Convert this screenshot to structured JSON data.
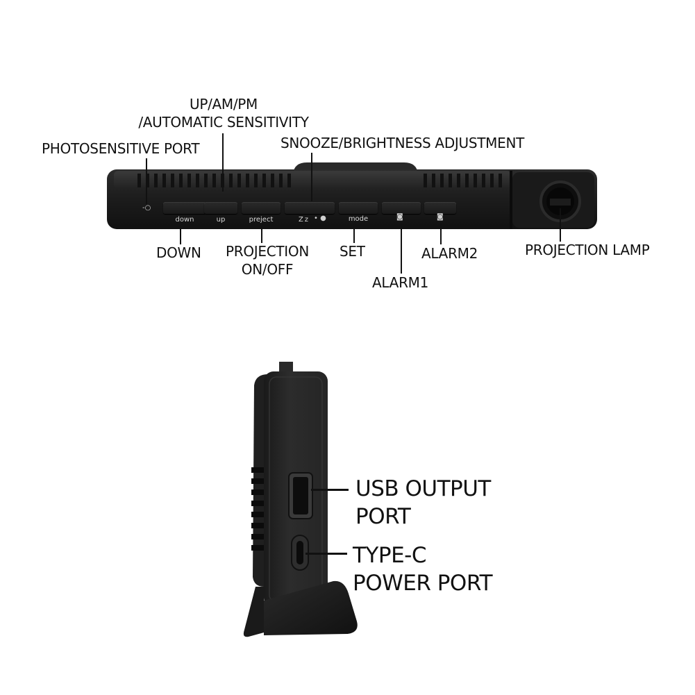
{
  "top_view": {
    "callouts": {
      "up_line1": "UP/AM/PM",
      "up_line2": "/AUTOMATIC SENSITIVITY",
      "photosensitive": "PHOTOSENSITIVE PORT",
      "snooze": "SNOOZE/BRIGHTNESS ADJUSTMENT",
      "down": "DOWN",
      "projection_line1": "PROJECTION",
      "projection_line2": "ON/OFF",
      "set": "SET",
      "alarm1": "ALARM1",
      "alarm2": "ALARM2",
      "projection_lamp": "PROJECTION LAMP"
    },
    "button_labels": {
      "down": "down",
      "up": "up",
      "project": "preject",
      "snooze": "Zz",
      "mode": "mode"
    },
    "icons": [
      "sensor-icon",
      "alarm-clock-icon",
      "alarm-clock-icon",
      "sun-icon"
    ]
  },
  "side_view": {
    "callouts": {
      "usb_line1": "USB OUTPUT",
      "usb_line2": "PORT",
      "typec_line1": "TYPE-C",
      "typec_line2": "POWER PORT"
    }
  }
}
